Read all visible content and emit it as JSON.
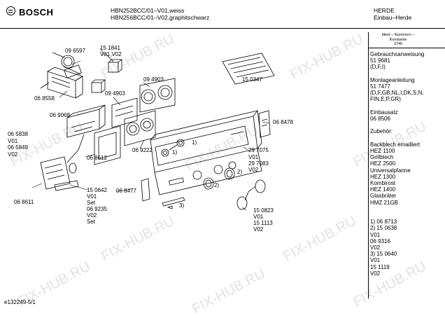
{
  "header": {
    "brand": "BOSCH",
    "model_line1": "HBN252BCC/01–V01,weiss",
    "model_line2": "HBN256BCC/01–V02,graphitschwarz",
    "category_line1": "HERDE",
    "category_line2": "Einbau–Herde"
  },
  "stamp": {
    "line1": "Ident – Nummern – Konstante",
    "line2": "3740"
  },
  "right_panel": [
    "Gebrauchsanweisung",
    "51 9681",
    "(D,F,I)",
    "",
    "Montageanleitung",
    "51 7477",
    "(D,F,GB,NL,I,DK,S,N,",
    "FIN,E,P,GR)",
    "",
    "Einbausatz",
    "06 8506",
    "",
    "Zubehör:",
    "",
    "Backblech emailliert",
    "HEZ 1100",
    "Grillblech",
    "HEZ 2500",
    "Universalpfanne",
    "HEZ 1300",
    "Kombirost",
    "HEZ 1400",
    "Glasbräter",
    "HMZ 21GB",
    "",
    "",
    "1) 06 8713",
    "2) 15 0638",
    "     V01",
    "     06 9316",
    "     V02",
    "3) 15 0640",
    "     V01",
    "     15 1119",
    "     V02"
  ],
  "labels": {
    "p096597": "09 6597",
    "p151841": "15 1841",
    "pv01v02": "V01,V02",
    "p094903a": "09 4903",
    "p094903b": "09 4903",
    "p150347": "15 0347",
    "p068558": "06 8558",
    "p069068": "06 9068",
    "p068478": "06 8478",
    "p065838": "06 5838",
    "pv01a": "V01",
    "p065849": "06 5849",
    "pv02a": "V02",
    "p068612": "06 8612",
    "p069222": "06 9222",
    "fn1a": "1)",
    "fn1b": "1)",
    "fn2a": "2)",
    "fn2b": "2)",
    "fn3": "3)",
    "p297075": "29 7075",
    "pv01b": "V01",
    "p297083": "29 7083",
    "pv02b": "V02",
    "p150642": "15 0642",
    "pv01c": "V01",
    "pset1": "Set",
    "p069235": "06 9235",
    "pv02c": "V02",
    "pset2": "Set",
    "p068611": "06 8611",
    "p068477": "06 8477",
    "p150823": "15 0823",
    "pv01d": "V01",
    "p151113": "15 1113",
    "pv02d": "V02"
  },
  "footer": {
    "code": "e132249-5/1"
  },
  "watermark": "FIX-HUB.RU"
}
